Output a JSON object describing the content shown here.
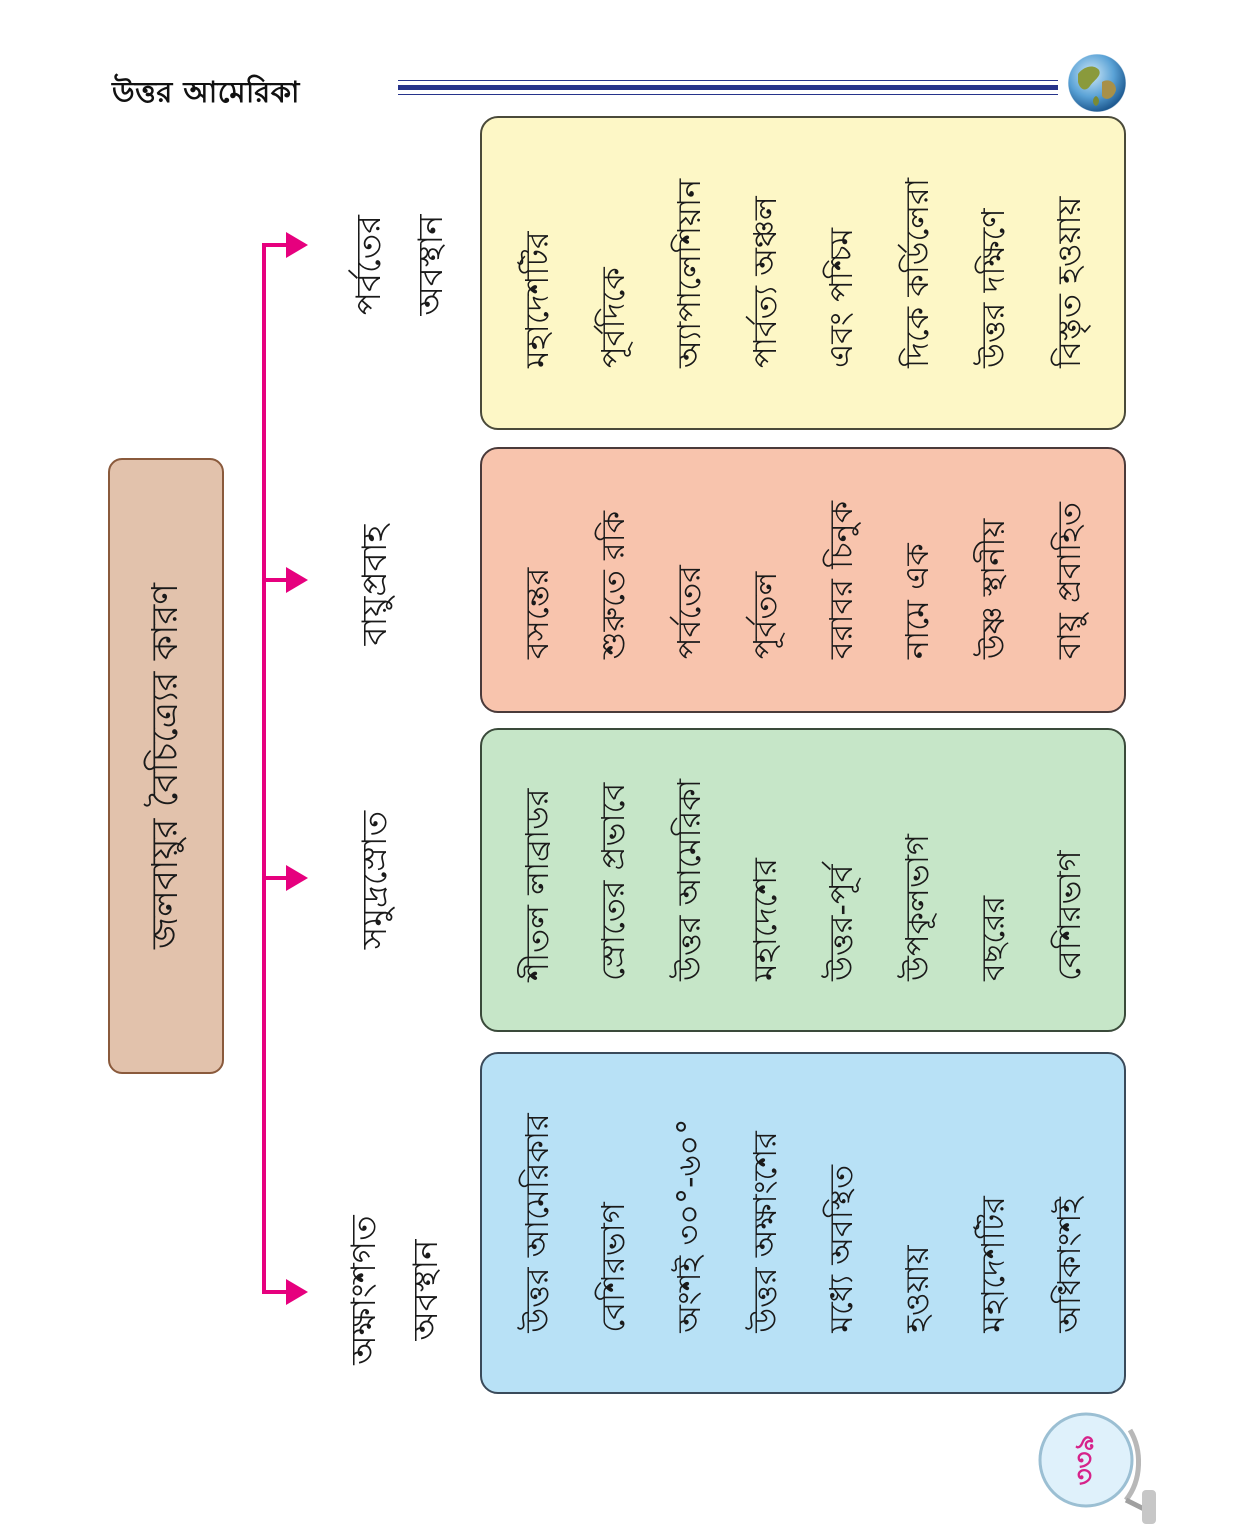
{
  "header": {
    "title": "উত্তর আমেরিকা"
  },
  "icons": {
    "header_icon": "globe-icon",
    "page_icon": "desk-globe-icon"
  },
  "colors": {
    "accent_magenta": "#e6007e",
    "header_rule": "#27348b",
    "title_box": "#e2c2ac",
    "latitude_box": "#b8e1f6",
    "ocean_current_box": "#c6e6c8",
    "wind_box": "#f8c4ad",
    "mountain_box": "#fdf7c6"
  },
  "diagram": {
    "title": "জলবায়ুর বৈচিত্র্যের কারণ",
    "branches": [
      {
        "label_lines": [
          "অক্ষাংশগত",
          "অবস্থান"
        ],
        "description_lines": [
          "উত্তর আমেরিকার",
          "বেশিরভাগ",
          "অংশই ৩০°-৬০°",
          "উত্তর অক্ষাংশের",
          "মধ্যে অবস্থিত",
          "হওয়ায়",
          "মহাদেশটির",
          "অধিকাংশই"
        ]
      },
      {
        "label_lines": [
          "সমুদ্রস্রোত"
        ],
        "description_lines": [
          "শীতল লাব্রাডর",
          "স্রোতের প্রভাবে",
          "উত্তর আমেরিকা",
          "মহাদেশের",
          "উত্তর-পূর্ব",
          "উপকূলভাগ",
          "বছরের",
          "বেশিরভাগ"
        ]
      },
      {
        "label_lines": [
          "বায়ুপ্রবাহ"
        ],
        "description_lines": [
          "বসন্তের",
          "শুরুতে রকি",
          "পর্বতের",
          "পূর্বতল",
          "বরাবর চিনুক",
          "নামে এক",
          "উষ্ণ স্থানীয়",
          "বায়ু প্রবাহিত"
        ]
      },
      {
        "label_lines": [
          "পর্বতের",
          "অবস্থান"
        ],
        "description_lines": [
          "মহাদেশটির",
          "পূর্বদিকে",
          "অ্যাপালেশিয়ান",
          "পার্বত্য অঞ্চল",
          "এবং পশ্চিম",
          "দিকে কর্ডিলেরা",
          "উত্তর দক্ষিণে",
          "বিস্তৃত হওয়ায়"
        ]
      }
    ]
  },
  "page_number": "৩৩৯"
}
